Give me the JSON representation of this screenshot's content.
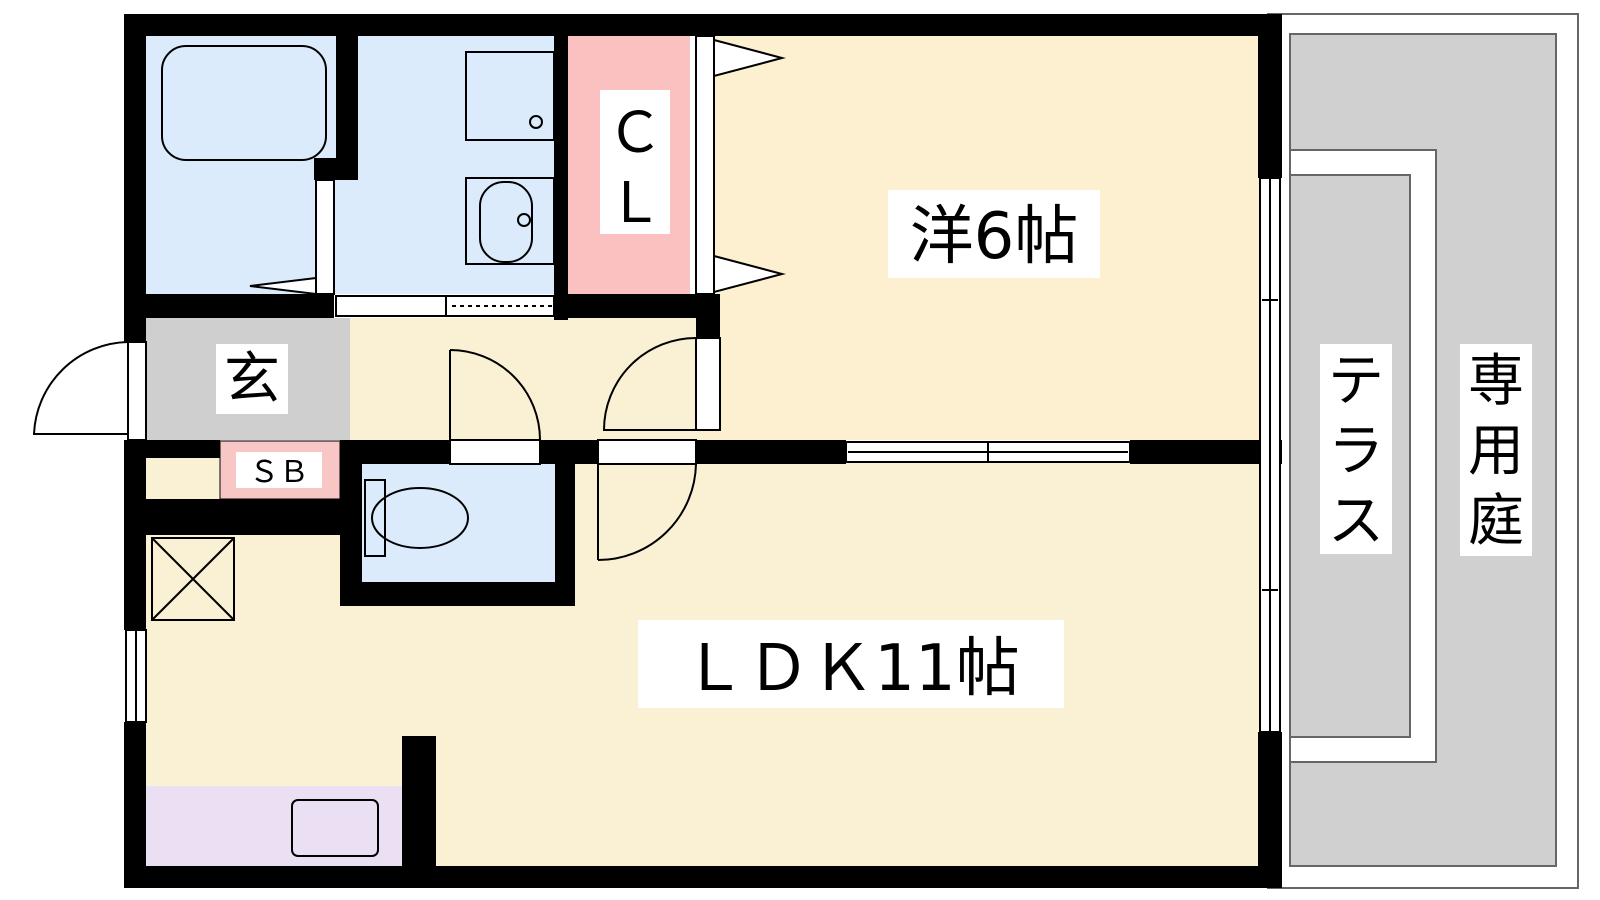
{
  "rooms": {
    "western_room": {
      "label": "洋6帖"
    },
    "ldk": {
      "label": "ＬＤＫ11帖"
    },
    "closet": {
      "label_line1": "Ｃ",
      "label_line2": "Ｌ"
    },
    "entrance": {
      "label": "玄"
    },
    "shoe_box": {
      "label": "ＳＢ"
    },
    "terrace": {
      "label_line1": "テ",
      "label_line2": "ラ",
      "label_line3": "ス"
    },
    "private_garden": {
      "label_line1": "専",
      "label_line2": "用",
      "label_line3": "庭"
    }
  },
  "colors": {
    "wall": "#000000",
    "western_room_floor": "#fdf0d0",
    "ldk_floor": "#faf1d4",
    "wet_area_floor": "#dcebfb",
    "closet_floor": "#fbc0c0",
    "entrance_floor": "#cfcfcf",
    "shoe_box_floor": "#f9c6c6",
    "kitchen_floor": "#ebdff3",
    "terrace_floor": "#cfcfcf",
    "garden_outline": "#888888"
  }
}
